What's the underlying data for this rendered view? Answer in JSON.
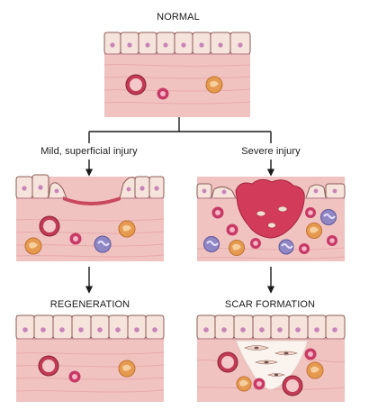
{
  "labels": {
    "normal": "NORMAL",
    "mild": "Mild, superficial injury",
    "severe": "Severe injury",
    "regeneration": "REGENERATION",
    "scar": "SCAR FORMATION"
  },
  "colors": {
    "tissue": "#f0c3c1",
    "tissue_stripe": "#e7aaa9",
    "epithelium": "#f6e3dc",
    "epithelium_border": "#8a5e55",
    "nucleus": "#c785b7",
    "wound": "#c9495f",
    "clot": "#d23c5a",
    "macrophage": "#e69a50",
    "neutrophil": "#8f86c4",
    "lymphocyte": "#c83a66",
    "vessel": "#c23b55",
    "scar_fill": "#fbf4ee",
    "arrow": "#1a1a1a"
  }
}
